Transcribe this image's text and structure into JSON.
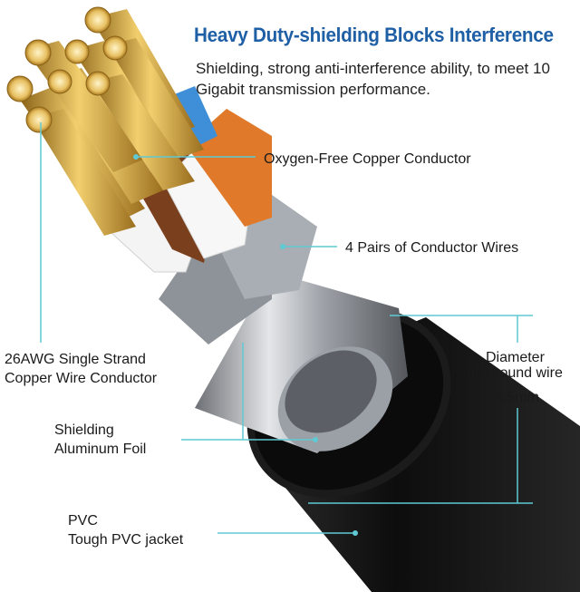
{
  "headline": "Heavy Duty-shielding Blocks Interference",
  "subheadline": "Shielding, strong anti-interference ability, to meet 10 Gigabit transmission performance.",
  "callouts": {
    "conductor": "Oxygen-Free Copper Conductor",
    "pairs": "4 Pairs of Conductor Wires",
    "awg_line1": "26AWG Single Strand",
    "awg_line2": "Copper Wire Conductor",
    "shield_line1": "Shielding",
    "shield_line2": "Aluminum Foil",
    "pvc_line1": "PVC",
    "pvc_line2": "Tough PVC jacket",
    "diameter_line1": "Diameter",
    "diameter_line2": "of a round wire",
    "diameter_value": "6.5mm"
  },
  "colors": {
    "headline": "#1f5fa6",
    "leader_line": "#5fc9d4",
    "jacket": "#151515",
    "foil": "#b8bcc2",
    "copper": "#d4a23a",
    "wire_orange": "#e07a2a",
    "wire_brown": "#7a3f1c",
    "wire_white": "#f4f4f4",
    "wire_blue": "#3f8fd8"
  }
}
